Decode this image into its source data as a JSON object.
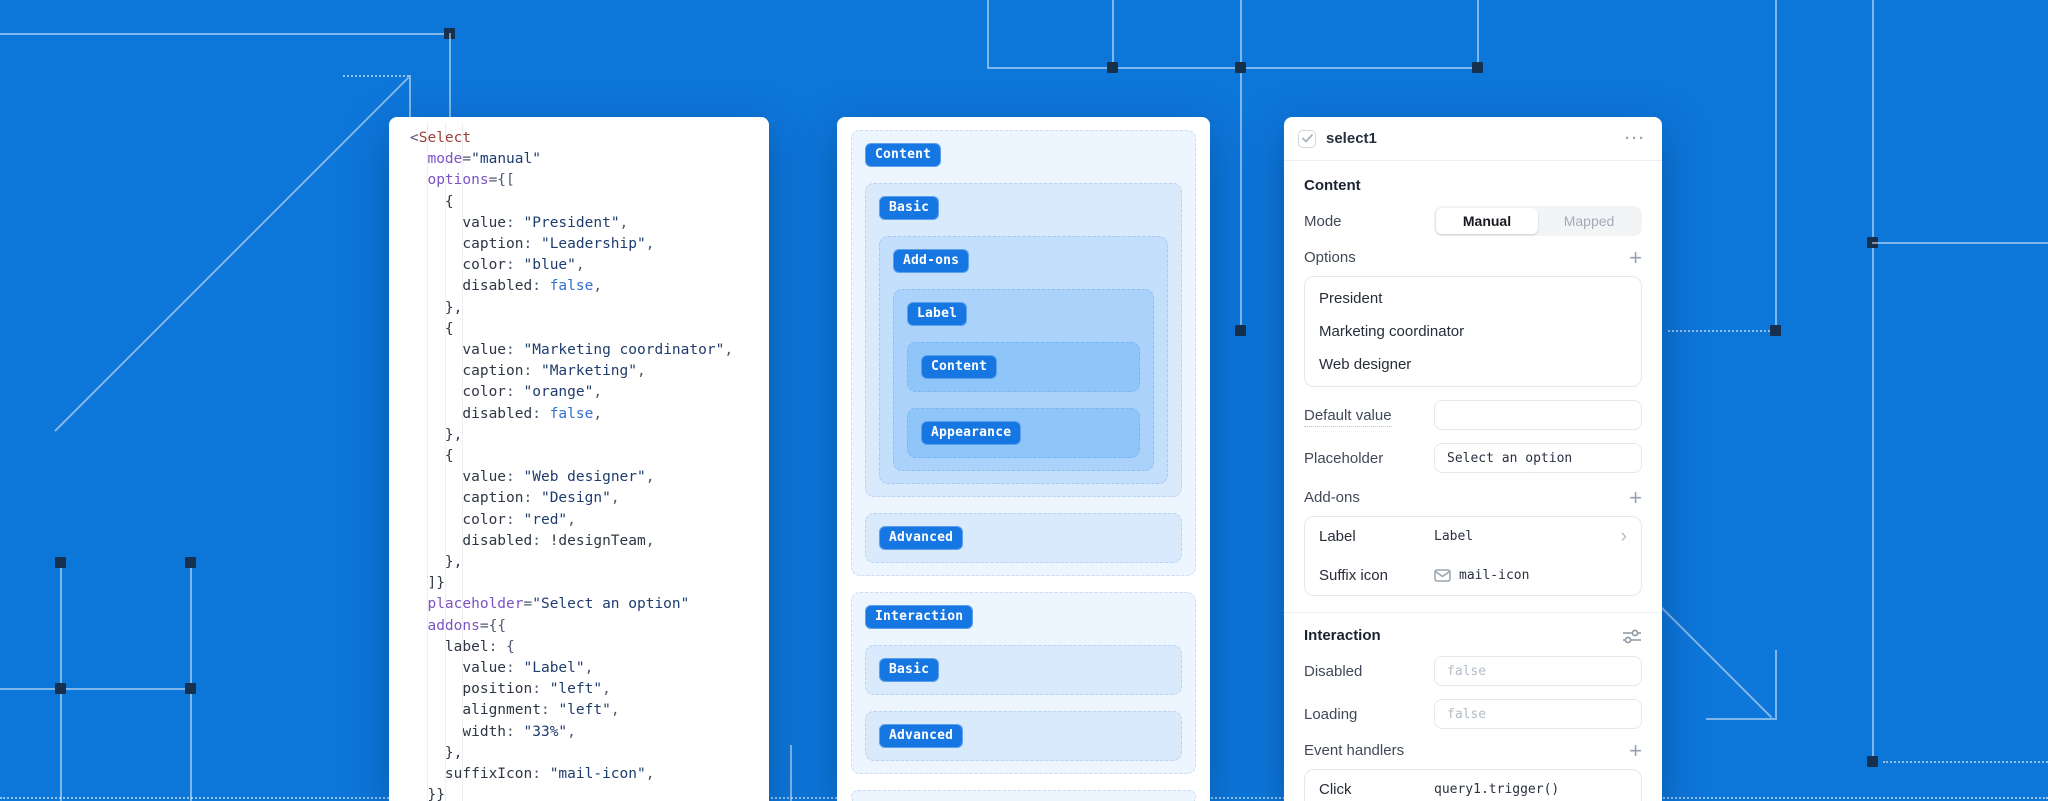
{
  "colors": {
    "background": "#0d76d9",
    "pill_blue": "#1777e2",
    "node_navy": "#16304e",
    "panel_white": "#ffffff"
  },
  "icons": {
    "checkbox_check": "check-icon",
    "menu": "ellipsis-icon",
    "add": "plus-icon",
    "row_expand": "chevron-right-icon",
    "suffix": "mail-icon",
    "interaction_settings": "adjustments-icon",
    "plus_glyph": "+",
    "chevron_glyph": "›",
    "ellipsis_glyph": "···"
  },
  "code": {
    "lines": [
      [
        [
          "p",
          "<"
        ],
        [
          "t",
          "Select"
        ]
      ],
      [
        [
          "pl",
          "  "
        ],
        [
          "a",
          "mode"
        ],
        [
          "p",
          "="
        ],
        [
          "s",
          "\"manual\""
        ]
      ],
      [
        [
          "pl",
          "  "
        ],
        [
          "a",
          "options"
        ],
        [
          "p",
          "={["
        ]
      ],
      [
        [
          "pl",
          "    {"
        ]
      ],
      [
        [
          "pl",
          "      "
        ],
        [
          "k",
          "value"
        ],
        [
          "p",
          ": "
        ],
        [
          "s",
          "\"President\""
        ],
        [
          "p",
          ","
        ]
      ],
      [
        [
          "pl",
          "      "
        ],
        [
          "k",
          "caption"
        ],
        [
          "p",
          ": "
        ],
        [
          "s",
          "\"Leadership\""
        ],
        [
          "p",
          ","
        ]
      ],
      [
        [
          "pl",
          "      "
        ],
        [
          "k",
          "color"
        ],
        [
          "p",
          ": "
        ],
        [
          "s",
          "\"blue\""
        ],
        [
          "p",
          ","
        ]
      ],
      [
        [
          "pl",
          "      "
        ],
        [
          "k",
          "disabled"
        ],
        [
          "p",
          ": "
        ],
        [
          "b",
          "false"
        ],
        [
          "p",
          ","
        ]
      ],
      [
        [
          "pl",
          "    },"
        ]
      ],
      [
        [
          "pl",
          "    {"
        ]
      ],
      [
        [
          "pl",
          "      "
        ],
        [
          "k",
          "value"
        ],
        [
          "p",
          ": "
        ],
        [
          "s",
          "\"Marketing coordinator\""
        ],
        [
          "p",
          ","
        ]
      ],
      [
        [
          "pl",
          "      "
        ],
        [
          "k",
          "caption"
        ],
        [
          "p",
          ": "
        ],
        [
          "s",
          "\"Marketing\""
        ],
        [
          "p",
          ","
        ]
      ],
      [
        [
          "pl",
          "      "
        ],
        [
          "k",
          "color"
        ],
        [
          "p",
          ": "
        ],
        [
          "s",
          "\"orange\""
        ],
        [
          "p",
          ","
        ]
      ],
      [
        [
          "pl",
          "      "
        ],
        [
          "k",
          "disabled"
        ],
        [
          "p",
          ": "
        ],
        [
          "b",
          "false"
        ],
        [
          "p",
          ","
        ]
      ],
      [
        [
          "pl",
          "    },"
        ]
      ],
      [
        [
          "pl",
          "    {"
        ]
      ],
      [
        [
          "pl",
          "      "
        ],
        [
          "k",
          "value"
        ],
        [
          "p",
          ": "
        ],
        [
          "s",
          "\"Web designer\""
        ],
        [
          "p",
          ","
        ]
      ],
      [
        [
          "pl",
          "      "
        ],
        [
          "k",
          "caption"
        ],
        [
          "p",
          ": "
        ],
        [
          "s",
          "\"Design\""
        ],
        [
          "p",
          ","
        ]
      ],
      [
        [
          "pl",
          "      "
        ],
        [
          "k",
          "color"
        ],
        [
          "p",
          ": "
        ],
        [
          "s",
          "\"red\""
        ],
        [
          "p",
          ","
        ]
      ],
      [
        [
          "pl",
          "      "
        ],
        [
          "k",
          "disabled"
        ],
        [
          "p",
          ": "
        ],
        [
          "n",
          "!designTeam"
        ],
        [
          "p",
          ","
        ]
      ],
      [
        [
          "pl",
          "    },"
        ]
      ],
      [
        [
          "pl",
          "  ]}"
        ]
      ],
      [
        [
          "pl",
          "  "
        ],
        [
          "a",
          "placeholder"
        ],
        [
          "p",
          "="
        ],
        [
          "s",
          "\"Select an option\""
        ]
      ],
      [
        [
          "pl",
          "  "
        ],
        [
          "a",
          "addons"
        ],
        [
          "p",
          "={{"
        ]
      ],
      [
        [
          "pl",
          "    "
        ],
        [
          "k",
          "label"
        ],
        [
          "p",
          ": {"
        ]
      ],
      [
        [
          "pl",
          "      "
        ],
        [
          "k",
          "value"
        ],
        [
          "p",
          ": "
        ],
        [
          "s",
          "\"Label\""
        ],
        [
          "p",
          ","
        ]
      ],
      [
        [
          "pl",
          "      "
        ],
        [
          "k",
          "position"
        ],
        [
          "p",
          ": "
        ],
        [
          "s",
          "\"left\""
        ],
        [
          "p",
          ","
        ]
      ],
      [
        [
          "pl",
          "      "
        ],
        [
          "k",
          "alignment"
        ],
        [
          "p",
          ": "
        ],
        [
          "s",
          "\"left\""
        ],
        [
          "p",
          ","
        ]
      ],
      [
        [
          "pl",
          "      "
        ],
        [
          "k",
          "width"
        ],
        [
          "p",
          ": "
        ],
        [
          "s",
          "\"33%\""
        ],
        [
          "p",
          ","
        ]
      ],
      [
        [
          "pl",
          "    },"
        ]
      ],
      [
        [
          "pl",
          "    "
        ],
        [
          "k",
          "suffixIcon"
        ],
        [
          "p",
          ": "
        ],
        [
          "s",
          "\"mail-icon\""
        ],
        [
          "p",
          ","
        ]
      ],
      [
        [
          "pl",
          "  }}"
        ]
      ]
    ]
  },
  "hierarchy": {
    "content": "Content",
    "content_basic": "Basic",
    "addons": "Add-ons",
    "addons_label": "Label",
    "label_content": "Content",
    "label_appearance": "Appearance",
    "content_advanced": "Advanced",
    "interaction": "Interaction",
    "interaction_basic": "Basic",
    "interaction_advanced": "Advanced"
  },
  "inspector": {
    "title": "select1",
    "content_heading": "Content",
    "mode_label": "Mode",
    "mode_manual": "Manual",
    "mode_mapped": "Mapped",
    "mode_selected": "Manual",
    "options_label": "Options",
    "options": [
      "President",
      "Marketing coordinator",
      "Web designer"
    ],
    "default_value_label": "Default value",
    "default_value": "",
    "placeholder_label": "Placeholder",
    "placeholder_value": "Select an option",
    "addons_heading": "Add-ons",
    "addon_label_name": "Label",
    "addon_label_value": "Label",
    "addon_suffix_name": "Suffix icon",
    "addon_suffix_value": "mail-icon",
    "interaction_heading": "Interaction",
    "disabled_label": "Disabled",
    "disabled_placeholder": "false",
    "loading_label": "Loading",
    "loading_placeholder": "false",
    "event_handlers_label": "Event handlers",
    "event_click_name": "Click",
    "event_click_value": "query1.trigger()"
  }
}
